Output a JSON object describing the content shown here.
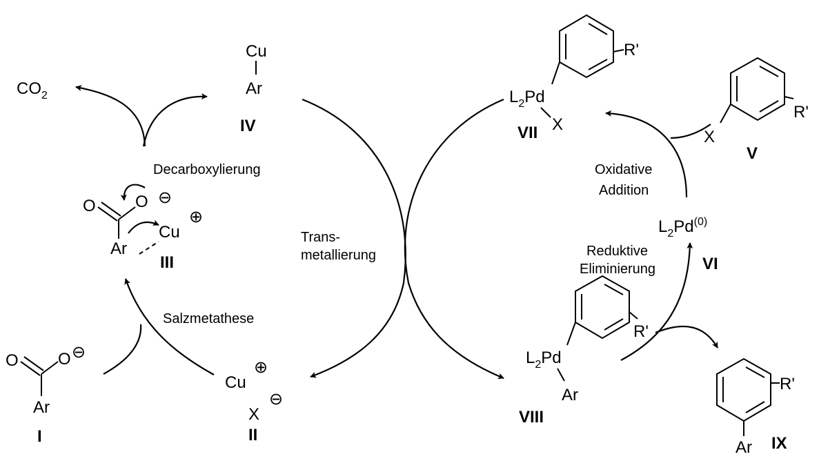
{
  "labels": {
    "decarboxylation": "Decarboxylierung",
    "salt_metathesis": "Salzmetathese",
    "transmetalation_1": "Trans-",
    "transmetalation_2": "metallierung",
    "oxidative_addition_1": "Oxidative",
    "oxidative_addition_2": "Addition",
    "reductive_elimination_1": "Reduktive",
    "reductive_elimination_2": "Eliminierung"
  },
  "atoms": {
    "co2_prefix": "CO",
    "co2_sub": "2",
    "oxygen": "O",
    "aryl": "Ar",
    "copper": "Cu",
    "halide": "X",
    "substituent": "R'",
    "pd_L": "L",
    "pd_sub": "2",
    "pd_metal": "Pd",
    "pd_ox": "(0)",
    "neg_charge": "⊖",
    "pos_charge": "⊕"
  },
  "compounds": {
    "c1": "I",
    "c2": "II",
    "c3": "III",
    "c4": "IV",
    "c5": "V",
    "c6": "VI",
    "c7": "VII",
    "c8": "VIII",
    "c9": "IX"
  },
  "colors": {
    "ink": "#000000",
    "background": "#ffffff"
  }
}
